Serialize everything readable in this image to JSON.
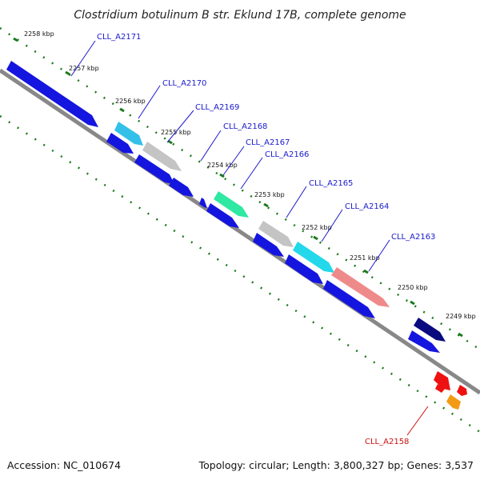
{
  "title": "Clostridium botulinum B str. Eklund 17B, complete genome",
  "footer": {
    "accession": "Accession: NC_010674",
    "summary": "Topology: circular; Length: 3,800,327 bp; Genes: 3,537"
  },
  "colors": {
    "backbone": "#888888",
    "tick": "#1a7a1a",
    "label_blue": "#1a1acc",
    "label_red": "#cc1111"
  },
  "kbp_marks": [
    "2258 kbp",
    "2257 kbp",
    "2256 kbp",
    "2255 kbp",
    "2254 kbp",
    "2253 kbp",
    "2252 kbp",
    "2251 kbp",
    "2250 kbp",
    "2249 kbp"
  ],
  "gene_labels": [
    {
      "text": "CLL_A2171",
      "color": "#1a1acc"
    },
    {
      "text": "CLL_A2170",
      "color": "#1a1acc"
    },
    {
      "text": "CLL_A2169",
      "color": "#1a1acc"
    },
    {
      "text": "CLL_A2168",
      "color": "#1a1acc"
    },
    {
      "text": "CLL_A2167",
      "color": "#1a1acc"
    },
    {
      "text": "CLL_A2166",
      "color": "#1a1acc"
    },
    {
      "text": "CLL_A2165",
      "color": "#1a1acc"
    },
    {
      "text": "CLL_A2164",
      "color": "#1a1acc"
    },
    {
      "text": "CLL_A2163",
      "color": "#1a1acc"
    },
    {
      "text": "CLL_A2158",
      "color": "#cc1111"
    }
  ]
}
